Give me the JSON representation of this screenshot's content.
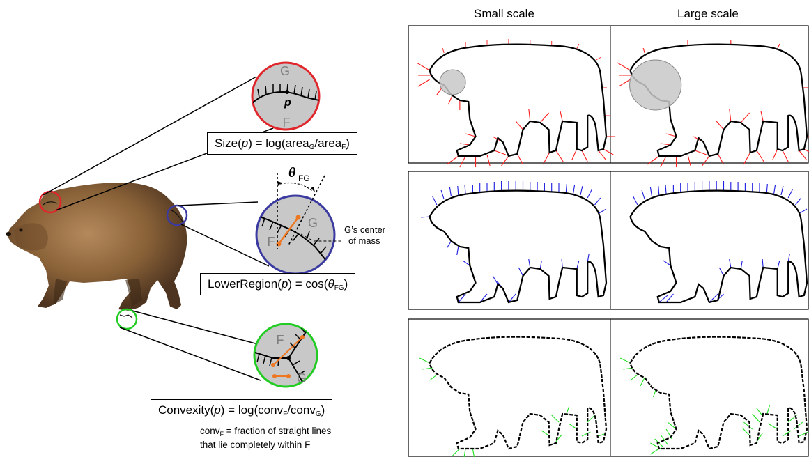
{
  "columns": {
    "small": "Small scale",
    "large": "Large scale"
  },
  "size": {
    "formula_prefix": "Size(",
    "p": "p",
    "formula_mid": ") = log(area",
    "sub_g": "G",
    "formula_slash": "/area",
    "sub_f": "F",
    "formula_end": ")",
    "g": "G",
    "f": "F",
    "pt": "p",
    "color": "#e0262a"
  },
  "lower": {
    "formula_prefix": "LowerRegion(",
    "p": "p",
    "formula_mid": ") = cos(",
    "theta": "θ",
    "sub_fg": "FG",
    "formula_end": ")",
    "theta_label": "θ",
    "theta_sub": "FG",
    "g": "G",
    "f": "F",
    "callout_line1": "G’s center",
    "callout_line2": "of mass",
    "color": "#3a3aa0"
  },
  "convexity": {
    "formula_prefix": "Convexity(",
    "p": "p",
    "formula_mid": ") = log(conv",
    "sub_f": "F",
    "formula_slash": "/conv",
    "sub_g": "G",
    "formula_end": ")",
    "f": "F",
    "g": "G",
    "note_prefix": "conv",
    "note_sub": "F",
    "note_line1": " = fraction of straight lines",
    "note_line2": "that lie completely within F",
    "color": "#22cc22"
  },
  "palette": {
    "normals_red": "#ff2020",
    "normals_blue": "#2020e0",
    "normals_green": "#22e022",
    "orange": "#ee7722",
    "gray_fill": "#c8c8c8"
  }
}
